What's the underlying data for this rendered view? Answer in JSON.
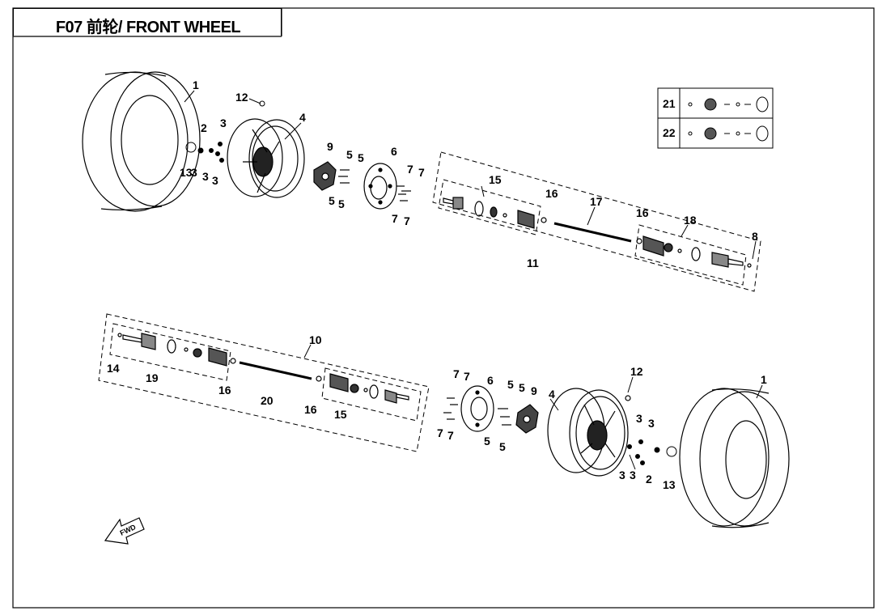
{
  "title": "F07 前轮/ FRONT WHEEL",
  "legend": {
    "rows": [
      {
        "number": "21"
      },
      {
        "number": "22"
      }
    ]
  },
  "callouts_upper": [
    "1",
    "12",
    "4",
    "2",
    "3",
    "13",
    "3",
    "3",
    "3",
    "9",
    "5",
    "5",
    "5",
    "5",
    "6",
    "7",
    "7",
    "7",
    "7",
    "15",
    "16",
    "17",
    "16",
    "18",
    "8",
    "11"
  ],
  "callouts_lower": [
    "10",
    "14",
    "19",
    "16",
    "20",
    "16",
    "15",
    "7",
    "7",
    "7",
    "7",
    "6",
    "5",
    "5",
    "5",
    "5",
    "9",
    "4",
    "12",
    "1",
    "3",
    "3",
    "3",
    "3",
    "2",
    "13"
  ],
  "direction_label": "FWD"
}
